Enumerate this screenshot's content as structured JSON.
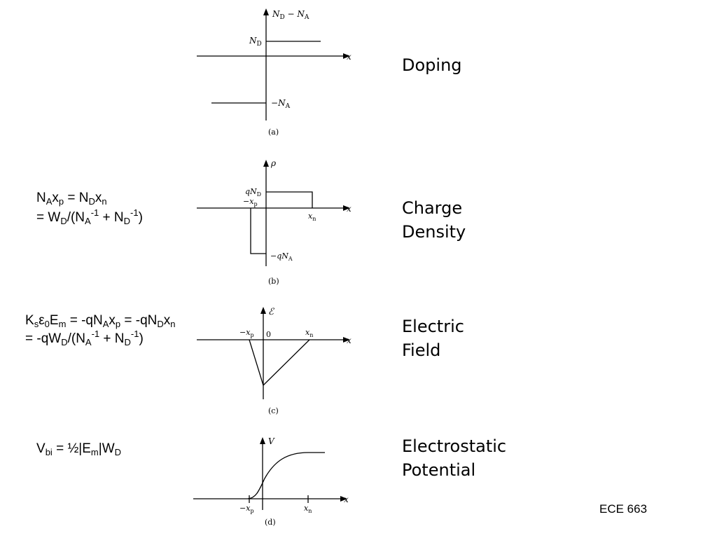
{
  "panel_a": {
    "axis_y": "N_D − N_A",
    "axis_x": "x",
    "nd": "N_D",
    "na": "−N_A",
    "caption": "(a)",
    "title": "Doping"
  },
  "panel_b": {
    "axis_y": "ρ",
    "axis_x": "x",
    "qnd": "qN_D",
    "xp": "−x_p",
    "xn": "x_n",
    "qna": "−qN_A",
    "caption": "(b)",
    "title_line1": "Charge",
    "title_line2": "Density",
    "eq1": "N_A x_p = N_D x_n",
    "eq2": "= W_D/(N_A^-1 + N_D^-1)"
  },
  "panel_c": {
    "axis_y": "ℰ",
    "axis_x": "x",
    "xp": "−x_p",
    "zero": "0",
    "xn": "x_n",
    "caption": "(c)",
    "title_line1": "Electric",
    "title_line2": "Field",
    "eq1": "K_s ε_0 E_m = -qN_A x_p = -qN_D x_n",
    "eq2": "= -qW_D/(N_A^-1 + N_D^-1)"
  },
  "panel_d": {
    "axis_y": "V",
    "axis_x": "x",
    "xp": "−x_p",
    "xn": "x_n",
    "caption": "(d)",
    "title_line1": "Electrostatic",
    "title_line2": "Potential",
    "eq1": "V_bi = ½|E_m|W_D"
  },
  "footer": "ECE 663"
}
